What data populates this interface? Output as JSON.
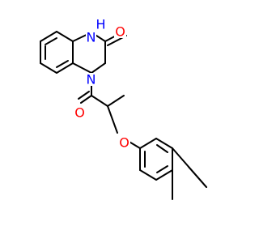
{
  "molecule": {
    "atoms": {
      "nh": {
        "symbol": "H",
        "label": "H",
        "color": "#0000ff"
      },
      "n1": {
        "symbol": "N",
        "label": "N",
        "color": "#0000ff"
      },
      "n4": {
        "symbol": "N",
        "label": "N",
        "color": "#0000ff"
      },
      "o_lactam": {
        "symbol": "O",
        "label": "O",
        "color": "#ff0000"
      },
      "o_amide": {
        "symbol": "O",
        "label": "O",
        "color": "#ff0000"
      },
      "o_ether": {
        "symbol": "O",
        "label": "O",
        "color": "#ff0000"
      }
    }
  }
}
